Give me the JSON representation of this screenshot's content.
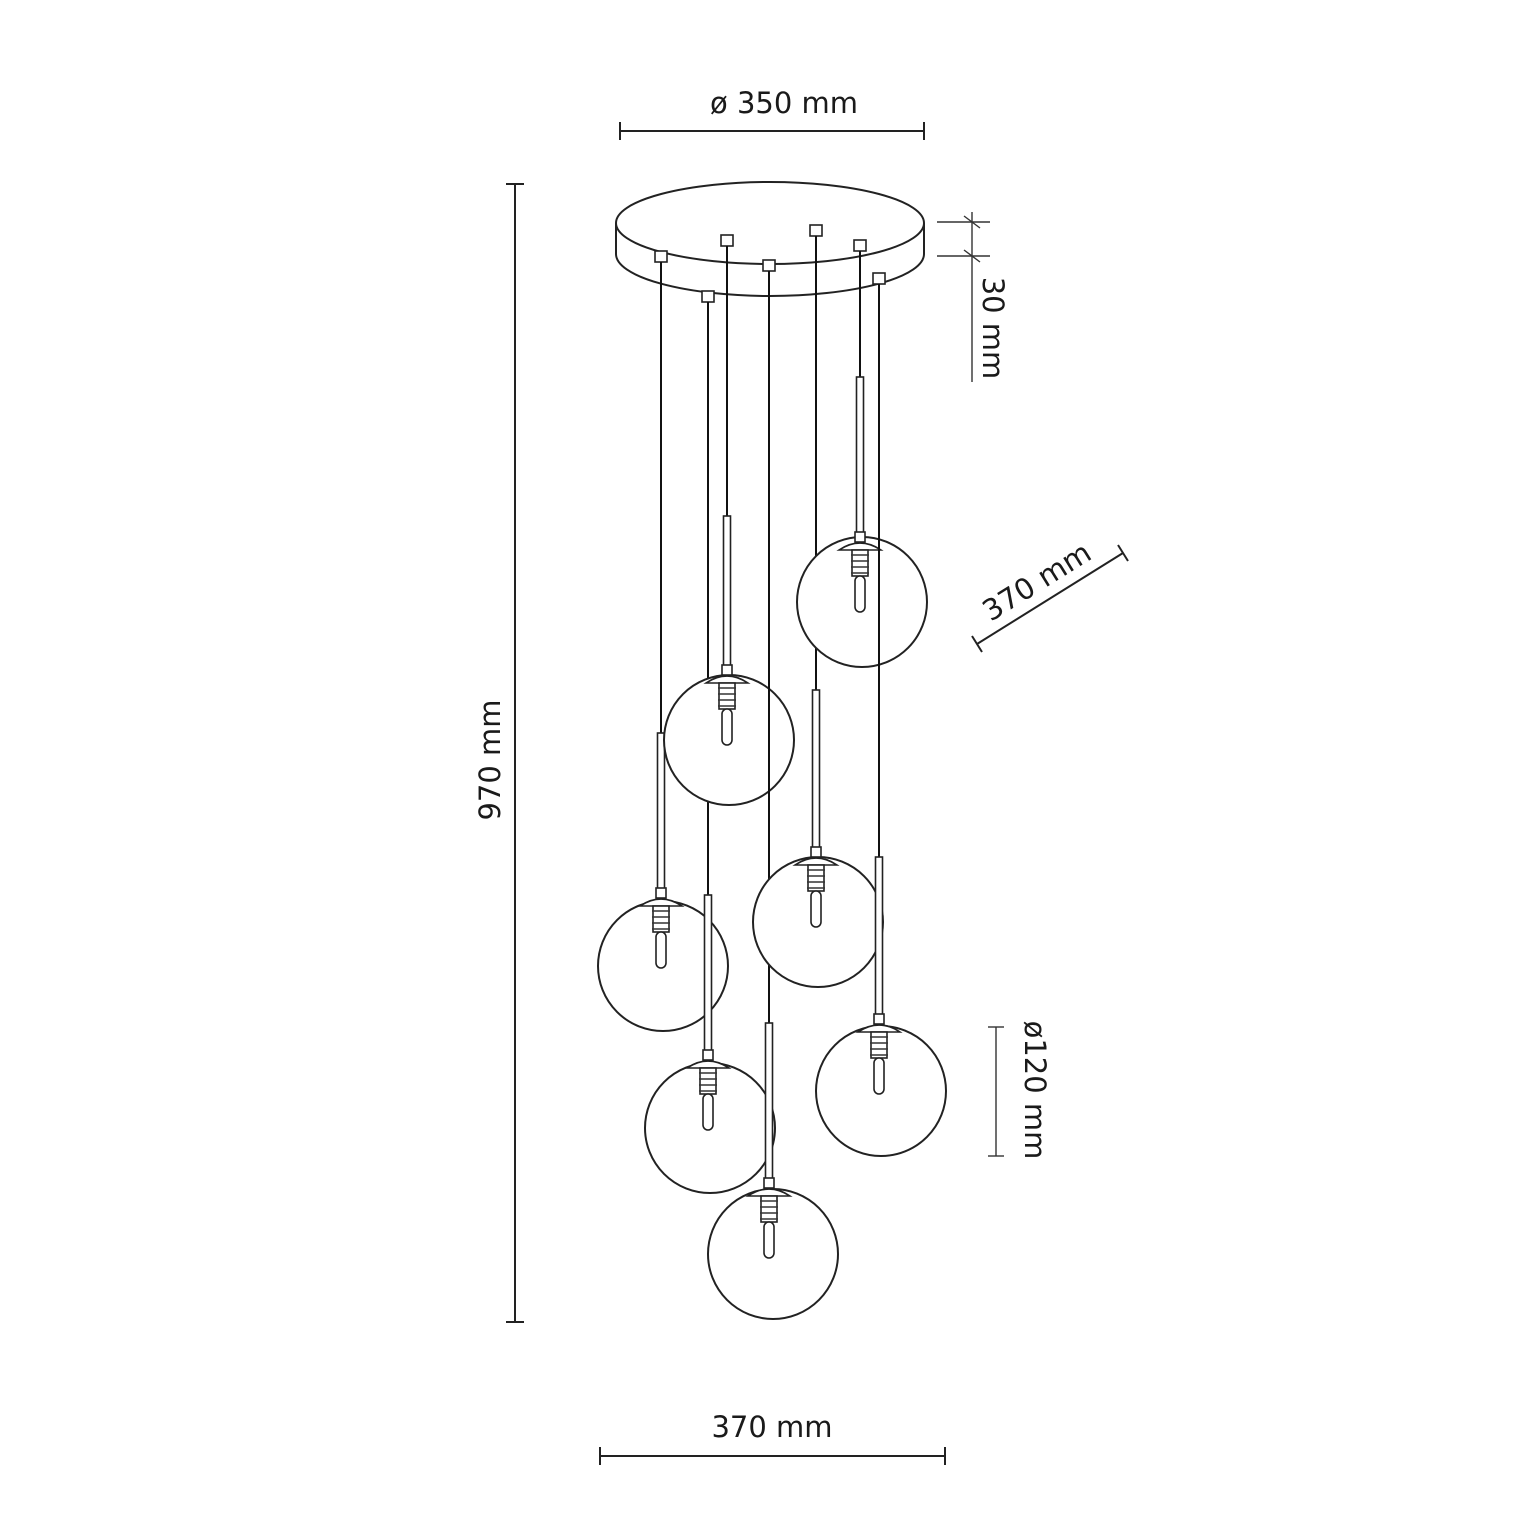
{
  "dimensions": {
    "canopy_diameter": "ø 350 mm",
    "canopy_height": "30 mm",
    "total_height": "970 mm",
    "cluster_width": "370 mm",
    "cluster_depth": "370 mm",
    "globe_diameter": "ø120 mm"
  },
  "colors": {
    "line": "#222222",
    "background": "#ffffff"
  }
}
